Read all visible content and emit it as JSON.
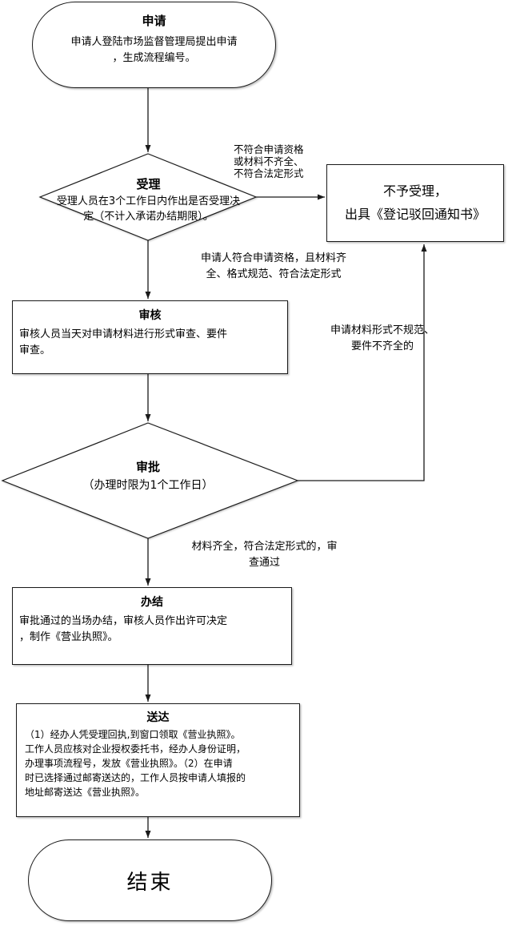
{
  "diagram": {
    "colors": {
      "stroke": "#000000",
      "shape_fill": "#ffffff",
      "text": "#000000"
    },
    "nodes": {
      "apply": {
        "title": "申请",
        "body": "申请人登陆市场监督管理局提出申请\n，生成流程编号。"
      },
      "accept": {
        "title": "受理",
        "body": "受理人员在3个工作日内作出是否受理决\n定（不计入承诺办结期限）。"
      },
      "reject": {
        "body": "不予受理，\n出具《登记驳回通知书》"
      },
      "review": {
        "title": "审核",
        "body": "审核人员当天对申请材料进行形式审查、要件\n审查。"
      },
      "approve": {
        "title": "审批",
        "subtitle": "（办理时限为1个工作日）"
      },
      "complete": {
        "title": "办结",
        "body": "审批通过的当场办结，审核人员作出许可决定\n，制作《营业执照》。"
      },
      "deliver": {
        "title": "送达",
        "body": "（1）经办人凭受理回执,到窗口领取《营业执照》。\n工作人员应核对企业授权委托书，经办人身份证明，\n办理事项流程号，发放《营业执照》。（2）在申请\n时已选择通过邮寄送达的，工作人员按申请人填报的\n地址邮寄送达《营业执照》。"
      },
      "end": {
        "title": "结束"
      }
    },
    "edge_labels": {
      "not_qualified": "不符合申请资格\n或材料不齐全、\n不符合法定形式",
      "qualified": "申请人符合申请资格，且材料齐\n全、格式规范、符合法定形式",
      "form_issue": "申请材料形式不规范、\n要件不齐全的",
      "pass": "材料齐全，符合法定形式的，审\n查通过"
    }
  }
}
